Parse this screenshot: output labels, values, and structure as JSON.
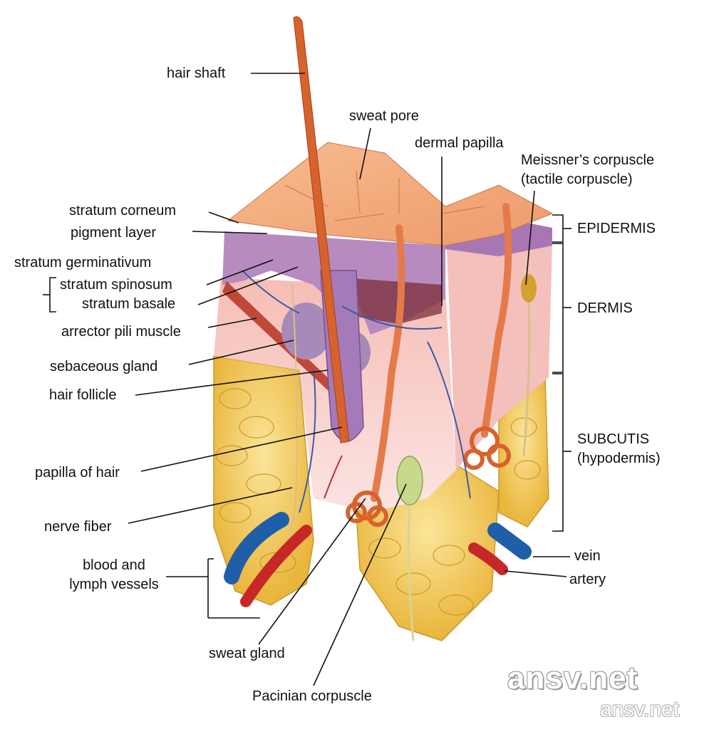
{
  "labels": {
    "hair_shaft": "hair shaft",
    "sweat_pore": "sweat pore",
    "dermal_papilla": "dermal papilla",
    "meissner": "Meissner’s corpuscle\n(tactile corpuscle)",
    "stratum_corneum": "stratum corneum",
    "pigment_layer": "pigment layer",
    "stratum_germinativum": "stratum germinativum",
    "stratum_spinosum": "stratum spinosum",
    "stratum_basale": "stratum basale",
    "arrector_pili": "arrector pili muscle",
    "sebaceous_gland": "sebaceous gland",
    "hair_follicle": "hair follicle",
    "papilla_of_hair": "papilla of hair",
    "nerve_fiber": "nerve fiber",
    "blood_lymph": "blood and\nlymph vessels",
    "sweat_gland": "sweat gland",
    "pacinian": "Pacinian corpuscle",
    "epidermis": "EPIDERMIS",
    "dermis": "DERMIS",
    "subcutis": "SUBCUTIS\n(hypodermis)",
    "vein": "vein",
    "artery": "artery"
  },
  "watermark": {
    "large": "ansv.net",
    "small": "ansv.net"
  },
  "colors": {
    "surface": "#f2a47a",
    "epidermis": "#b78bc0",
    "dermis": "#f6c9c3",
    "fat": "#f3cd52",
    "hair": "#d8622c",
    "vein": "#1f5fa8",
    "artery": "#c62828",
    "line": "#111111"
  }
}
